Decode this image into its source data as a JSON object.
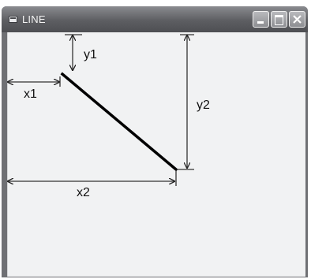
{
  "window": {
    "title": "LINE",
    "icon": "app-window-icon",
    "controls": [
      "minimize-icon",
      "maximize-icon",
      "close-icon"
    ]
  },
  "diagram": {
    "labels": {
      "x1": "x1",
      "y1": "y1",
      "x2": "x2",
      "y2": "y2"
    }
  },
  "colors": {
    "titlebar": "#5d5e62",
    "client": "#f1f2f3",
    "line": "#000000"
  }
}
